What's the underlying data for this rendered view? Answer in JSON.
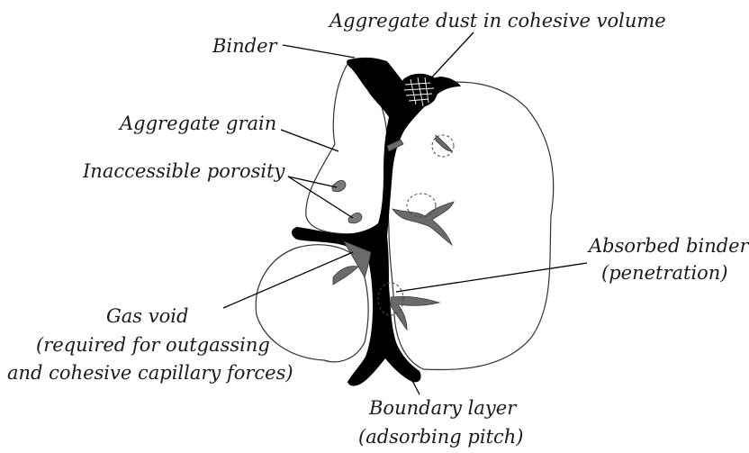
{
  "labels": {
    "binder": "Binder",
    "aggregate_dust": "Aggregate dust in cohesive volume",
    "aggregate_grain": "Aggregate grain",
    "inaccessible_porosity": "Inaccessible porosity",
    "absorbed_binder_line1": "Absorbed binder",
    "absorbed_binder_line2": "(penetration)",
    "gas_void_line1": "Gas void",
    "gas_void_line2": "(required for outgassing",
    "gas_void_line3": "and cohesive capillary forces)",
    "boundary_layer_line1": "Boundary layer",
    "boundary_layer_line2": "(adsorbing pitch)"
  },
  "colors": {
    "binder": "#000000",
    "absorbed_binder": "#6b6b6b",
    "grain_outline": "#333333",
    "background": "#ffffff"
  }
}
